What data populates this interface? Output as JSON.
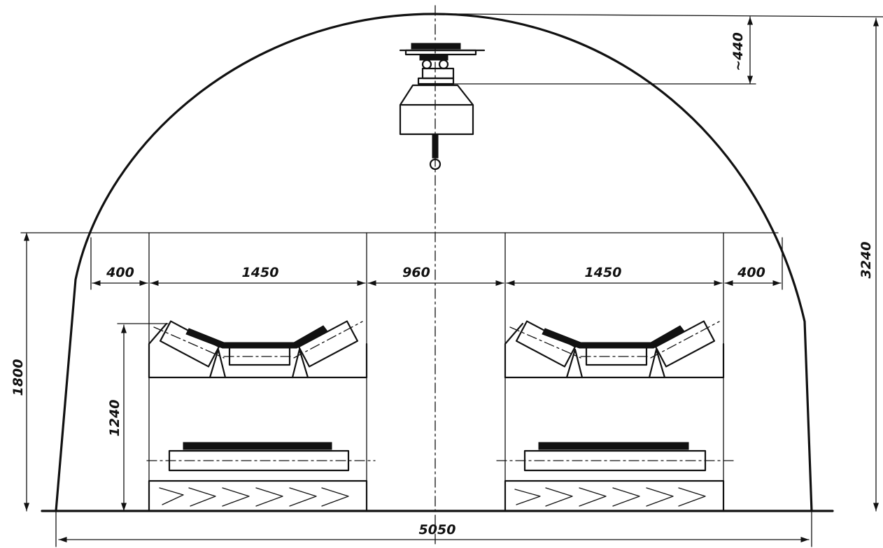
{
  "dimensions": {
    "overall_width": "5050",
    "total_height": "3240",
    "wall_height": "1800",
    "top_clearance": "~440",
    "conveyor_height": "1240",
    "left_margin": "400",
    "left_conveyor_width": "1450",
    "center_gap": "960",
    "right_conveyor_width": "1450",
    "right_margin": "400"
  }
}
